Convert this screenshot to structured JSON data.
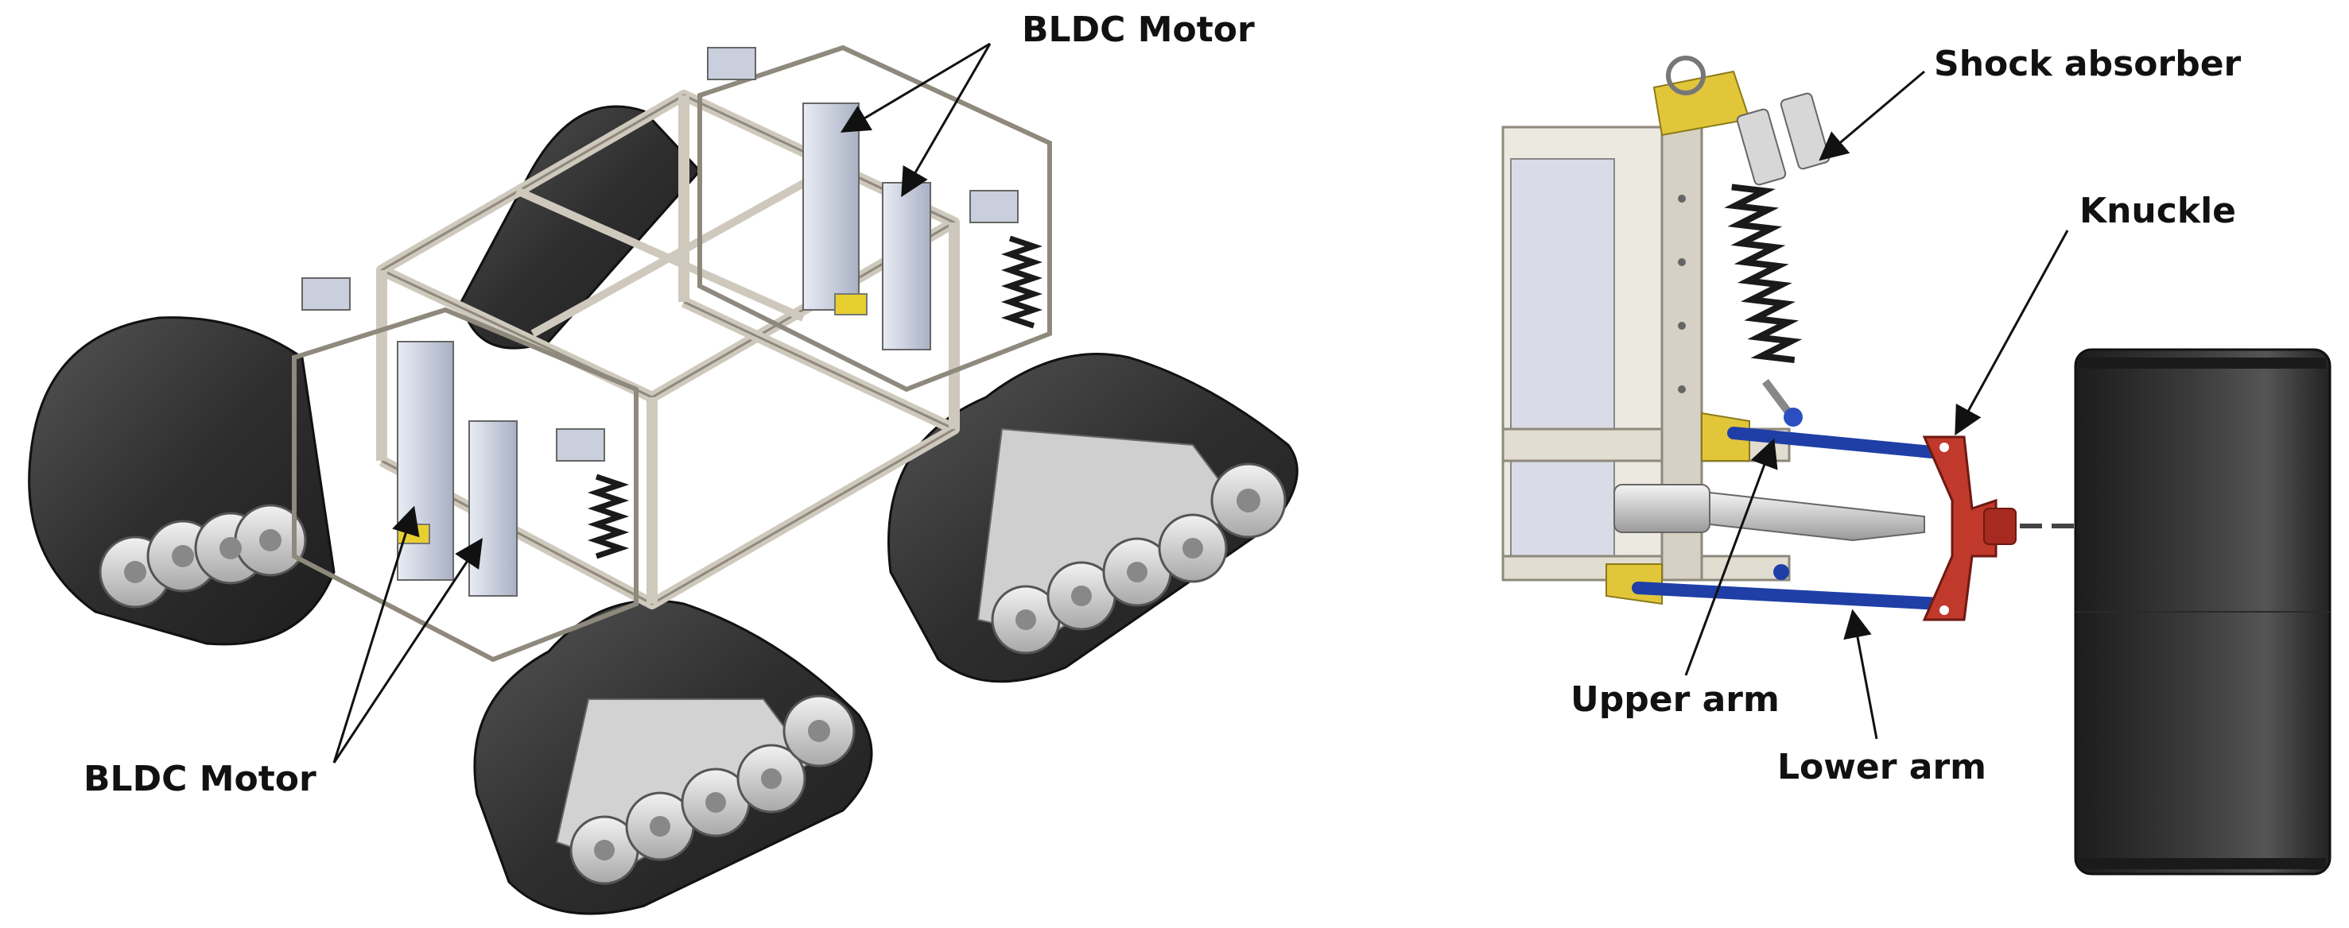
{
  "labels": {
    "bldc_motor_top": "BLDC Motor",
    "bldc_motor_bottom": "BLDC Motor",
    "shock_absorber": "Shock absorber",
    "knuckle": "Knuckle",
    "upper_arm": "Upper arm",
    "lower_arm": "Lower arm"
  },
  "colors": {
    "track": "#3b3b3b",
    "track_dark": "#262626",
    "wheel": "#dcdcdc",
    "frame": "#cfc9bd",
    "frame_edge": "#8f897d",
    "motor": "#c9cfdc",
    "mount_yellow": "#e2c63a",
    "arm_blue": "#1f3fa6",
    "knuckle_red": "#c0392b",
    "spring": "#1a1a1a",
    "leader": "#111111"
  }
}
